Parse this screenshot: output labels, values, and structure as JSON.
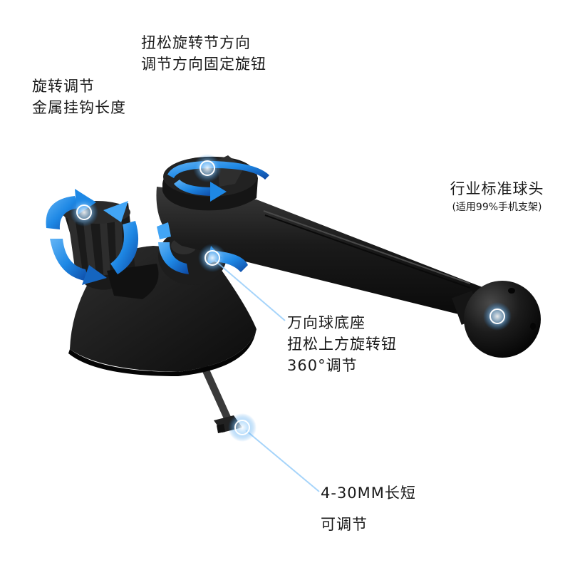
{
  "annotations": {
    "top_knob": {
      "line1": "扭松旋转节方向",
      "line2": "调节方向固定旋钮"
    },
    "hook_rotate": {
      "line1": "旋转调节",
      "line2": "金属挂钩长度"
    },
    "ball_head": {
      "line1": "行业标准球头",
      "line2": "(适用99%手机支架)"
    },
    "universal_base": {
      "line1": "万向球底座",
      "line2": "扭松上方旋转钮",
      "line3": "360°调节"
    },
    "clip_length": {
      "line1": "4-30MM长短",
      "line2": "可调节"
    }
  },
  "colors": {
    "accent_blue": "#1e88e5",
    "product_black": "#161616",
    "text": "#1a1a1a"
  }
}
